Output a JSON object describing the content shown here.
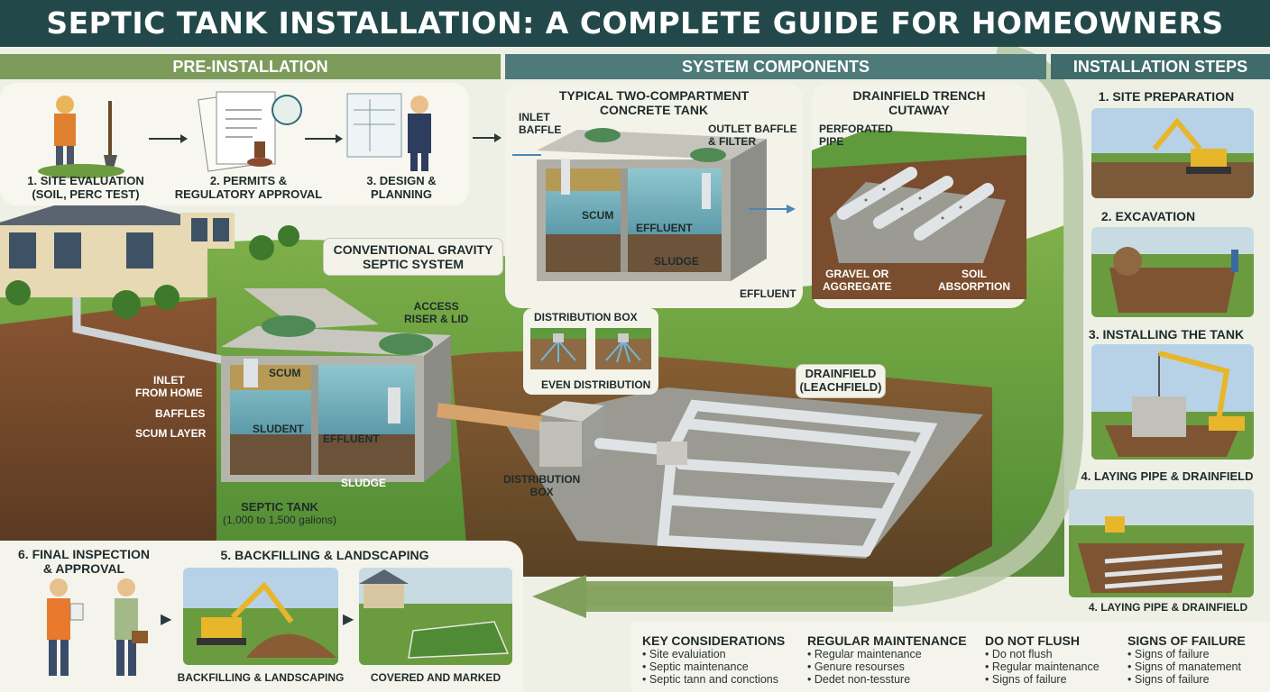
{
  "title": "SEPTIC TANK INSTALLATION: A COMPLETE GUIDE FOR HOMEOWNERS",
  "sections": {
    "pre_installation": "PRE-INSTALLATION",
    "system_components": "SYSTEM COMPONENTS",
    "installation_steps": "INSTALLATION STEPS"
  },
  "pre_steps": [
    {
      "line1": "1. SITE EVALUATION",
      "line2": "(SOIL, PERC TEST)"
    },
    {
      "line1": "2. PERMITS &",
      "line2": "REGULATORY APPROVAL"
    },
    {
      "line1": "3. DESIGN &",
      "line2": "PLANNING"
    }
  ],
  "tank_detail": {
    "title1": "TYPICAL TWO-COMPARTMENT",
    "title2": "CONCRETE TANK",
    "inlet1": "INLET",
    "inlet2": "BAFFLE",
    "outlet1": "OUTLET BAFFLE",
    "outlet2": "& FILTER",
    "scum": "SCUM",
    "effluent": "EFFLUENT",
    "sludge": "SLUDGE",
    "effluent_out": "EFFLUENT"
  },
  "trench": {
    "title1": "DRAINFIELD TRENCH",
    "title2": "CUTAWAY",
    "pipe1": "PERFORATED",
    "pipe2": "PIPE",
    "gravel1": "GRAVEL OR",
    "gravel2": "AGGREGATE",
    "soil1": "SOIL",
    "soil2": "ABSORPTION"
  },
  "main": {
    "system1": "CONVENTIONAL GRAVITY",
    "system2": "SEPTIC SYSTEM",
    "access1": "ACCESS",
    "access2": "RISER & LID",
    "inlet1": "INLET",
    "inlet2": "FROM HOME",
    "baffles": "BAFFLES",
    "scum_layer": "SCUM LAYER",
    "scum": "SCUM",
    "sludent": "SLUDENT",
    "effluent": "EFFLUENT",
    "sludge": "SLUDGE",
    "tank1": "SEPTIC TANK",
    "tank2": "(1,000 to 1,500 galions)",
    "dbox_title": "DISTRIBUTION BOX",
    "even": "EVEN DISTRIBUTION",
    "dbox1": "DISTRIBUTION",
    "dbox2": "BOX",
    "drain1": "DRAINFIELD",
    "drain2": "(LEACHFIELD)"
  },
  "steps": [
    "1. SITE PREPARATION",
    "2. EXCAVATION",
    "3. INSTALLING THE TANK",
    "4. LAYING PIPE & DRAINFIELD",
    "4. LAYING PIPE & DRAINFIELD"
  ],
  "bottom": {
    "final1": "6. FINAL INSPECTION",
    "final2": "& APPROVAL",
    "backfill_title": "5. BACKFILLING & LANDSCAPING",
    "backfill_caption": "BACKFILLING & LANDSCAPING",
    "covered_caption": "COVERED AND MARKED"
  },
  "lists": [
    {
      "head": "KEY CONSIDERATIONS",
      "items": [
        "Site evaluiation",
        "Septic maintenance",
        "Septic tann and conctions"
      ]
    },
    {
      "head": "REGULAR MAINTENANCE",
      "items": [
        "Regular maintenance",
        "Genure resourses",
        "Dedet non-tessture"
      ]
    },
    {
      "head": "DO NOT FLUSH",
      "items": [
        "Do not flush",
        "Regular maintenance",
        "Signs of failure"
      ]
    },
    {
      "head": "SIGNS OF FAILURE",
      "items": [
        "Signs of failure",
        "Signs of manatement",
        "Signs of failure"
      ]
    }
  ],
  "colors": {
    "title_bg": "#23484a",
    "band_green": "#7c9a5a",
    "band_teal": "#4e7b7a",
    "grass": "#5f9a3c",
    "soil": "#8b5a35",
    "water": "#5e9fb0",
    "concrete": "#a9a9a3"
  }
}
